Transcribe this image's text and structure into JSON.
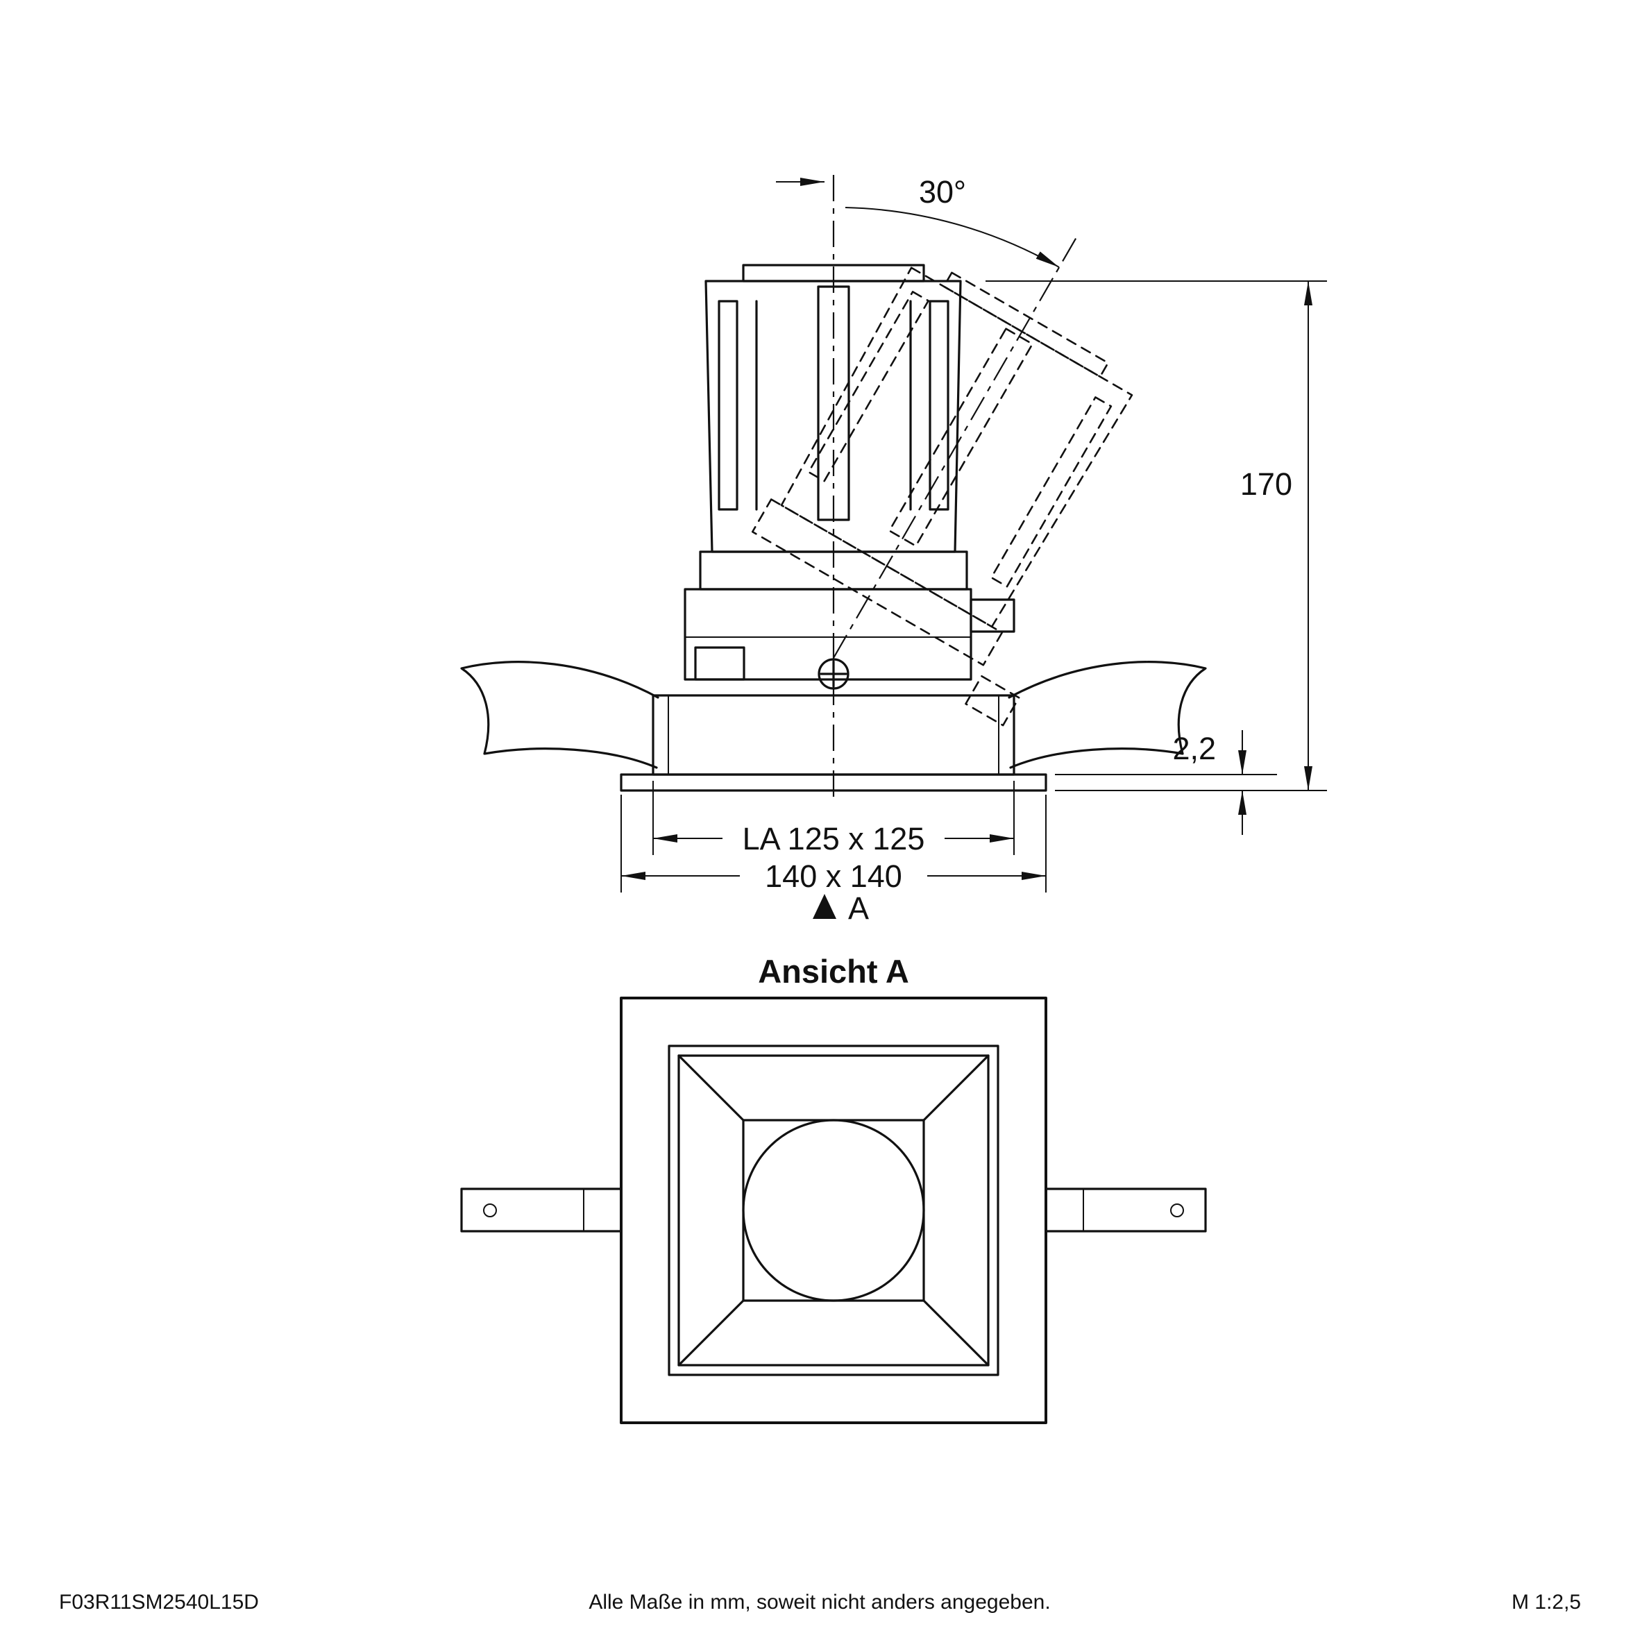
{
  "drawing": {
    "annotations": {
      "angle": "30°",
      "height": "170",
      "flange_thickness": "2,2",
      "cutout": "LA 125 x 125",
      "overall": "140 x 140",
      "view_marker": "A"
    },
    "view_title": "Ansicht A"
  },
  "footer": {
    "article_number": "F03R11SM2540L15D",
    "note": "Alle Maße in mm, soweit nicht anders angegeben.",
    "scale": "M 1:2,5"
  },
  "colors": {
    "ink": "#111111",
    "background": "#ffffff"
  }
}
